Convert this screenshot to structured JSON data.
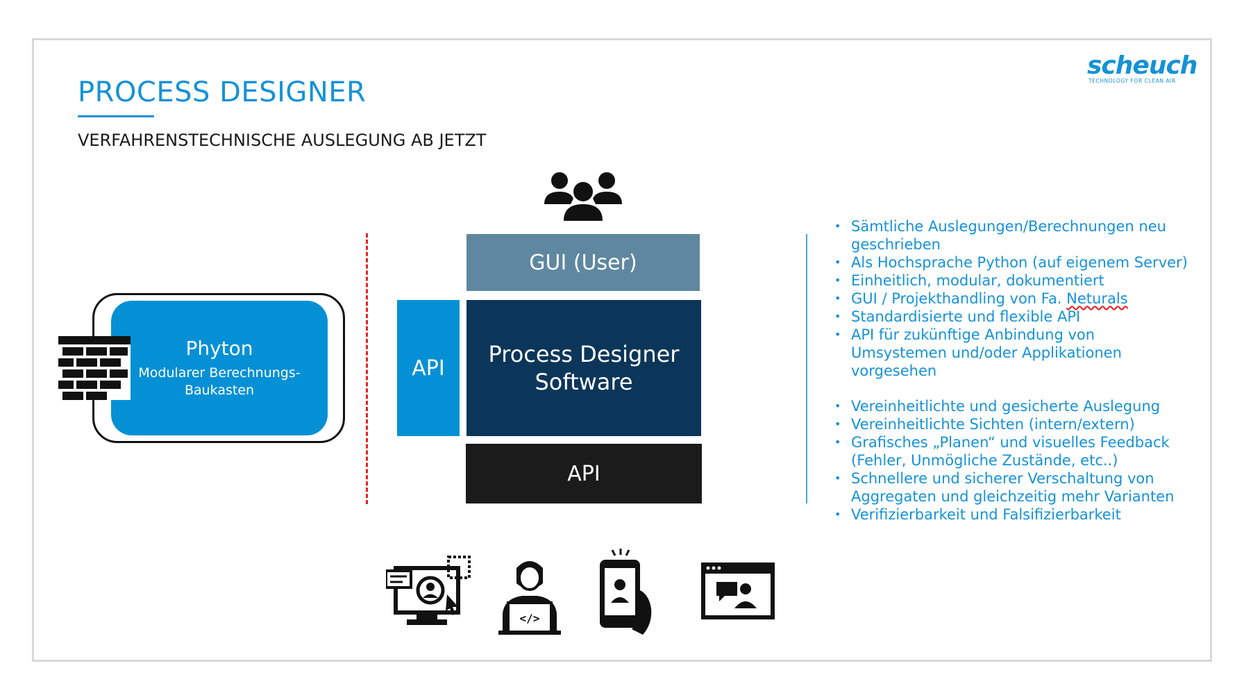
{
  "title": "PROCESS DESIGNER",
  "subtitle": "VERFAHRENSTECHNISCHE AUSLEGUNG AB JETZT",
  "logo": {
    "word": "scheuch",
    "tagline": "TECHNOLOGY FOR CLEAN AIR",
    "color": "#1592d6"
  },
  "module": {
    "title": "Phyton",
    "subtitle_line1": "Modularer Berechnungs-",
    "subtitle_line2": "Baukasten",
    "icon": "brick-wall-icon"
  },
  "stack": {
    "gui": "GUI (User)",
    "software_line1": "Process Designer",
    "software_line2": "Software",
    "api_left": "API",
    "api_bottom": "API",
    "top_icon": "users-group-icon"
  },
  "bullets_group1": [
    {
      "text": "Sämtliche Auslegungen/Berechnungen neu geschrieben"
    },
    {
      "text": "Als Hochsprache Python (auf eigenem Server)"
    },
    {
      "text": "Einheitlich, modular, dokumentiert"
    },
    {
      "prefix": "GUI / Projekthandling von Fa. ",
      "flagged": "Neturals"
    },
    {
      "text": "Standardisierte und flexible API"
    },
    {
      "text": "API für zukünftige Anbindung von Umsystemen und/oder Applikationen vorgesehen"
    }
  ],
  "bullets_group2": [
    {
      "text": "Vereinheitlichte  und gesicherte Auslegung"
    },
    {
      "text": "Vereinheitlichte Sichten (intern/extern)"
    },
    {
      "text": "Grafisches „Planen“ und visuelles Feedback (Fehler, Unmögliche Zustände, etc..)"
    },
    {
      "text": "Schnellere und sicherer Verschaltung von Aggregaten und gleichzeitig mehr Varianten"
    },
    {
      "text": "Verifizierbarkeit und Falsifizierbarkeit"
    }
  ],
  "bottom_icons": [
    "desktop-user-click-icon",
    "developer-laptop-icon",
    "mobile-phone-user-icon",
    "browser-video-call-icon"
  ],
  "colors": {
    "accent": "#1592d6",
    "gui": "#5f87a0",
    "software": "#0c3659",
    "api_left": "#0590d5",
    "api_bottom": "#1b1b1b",
    "divider_red": "#e52121"
  }
}
